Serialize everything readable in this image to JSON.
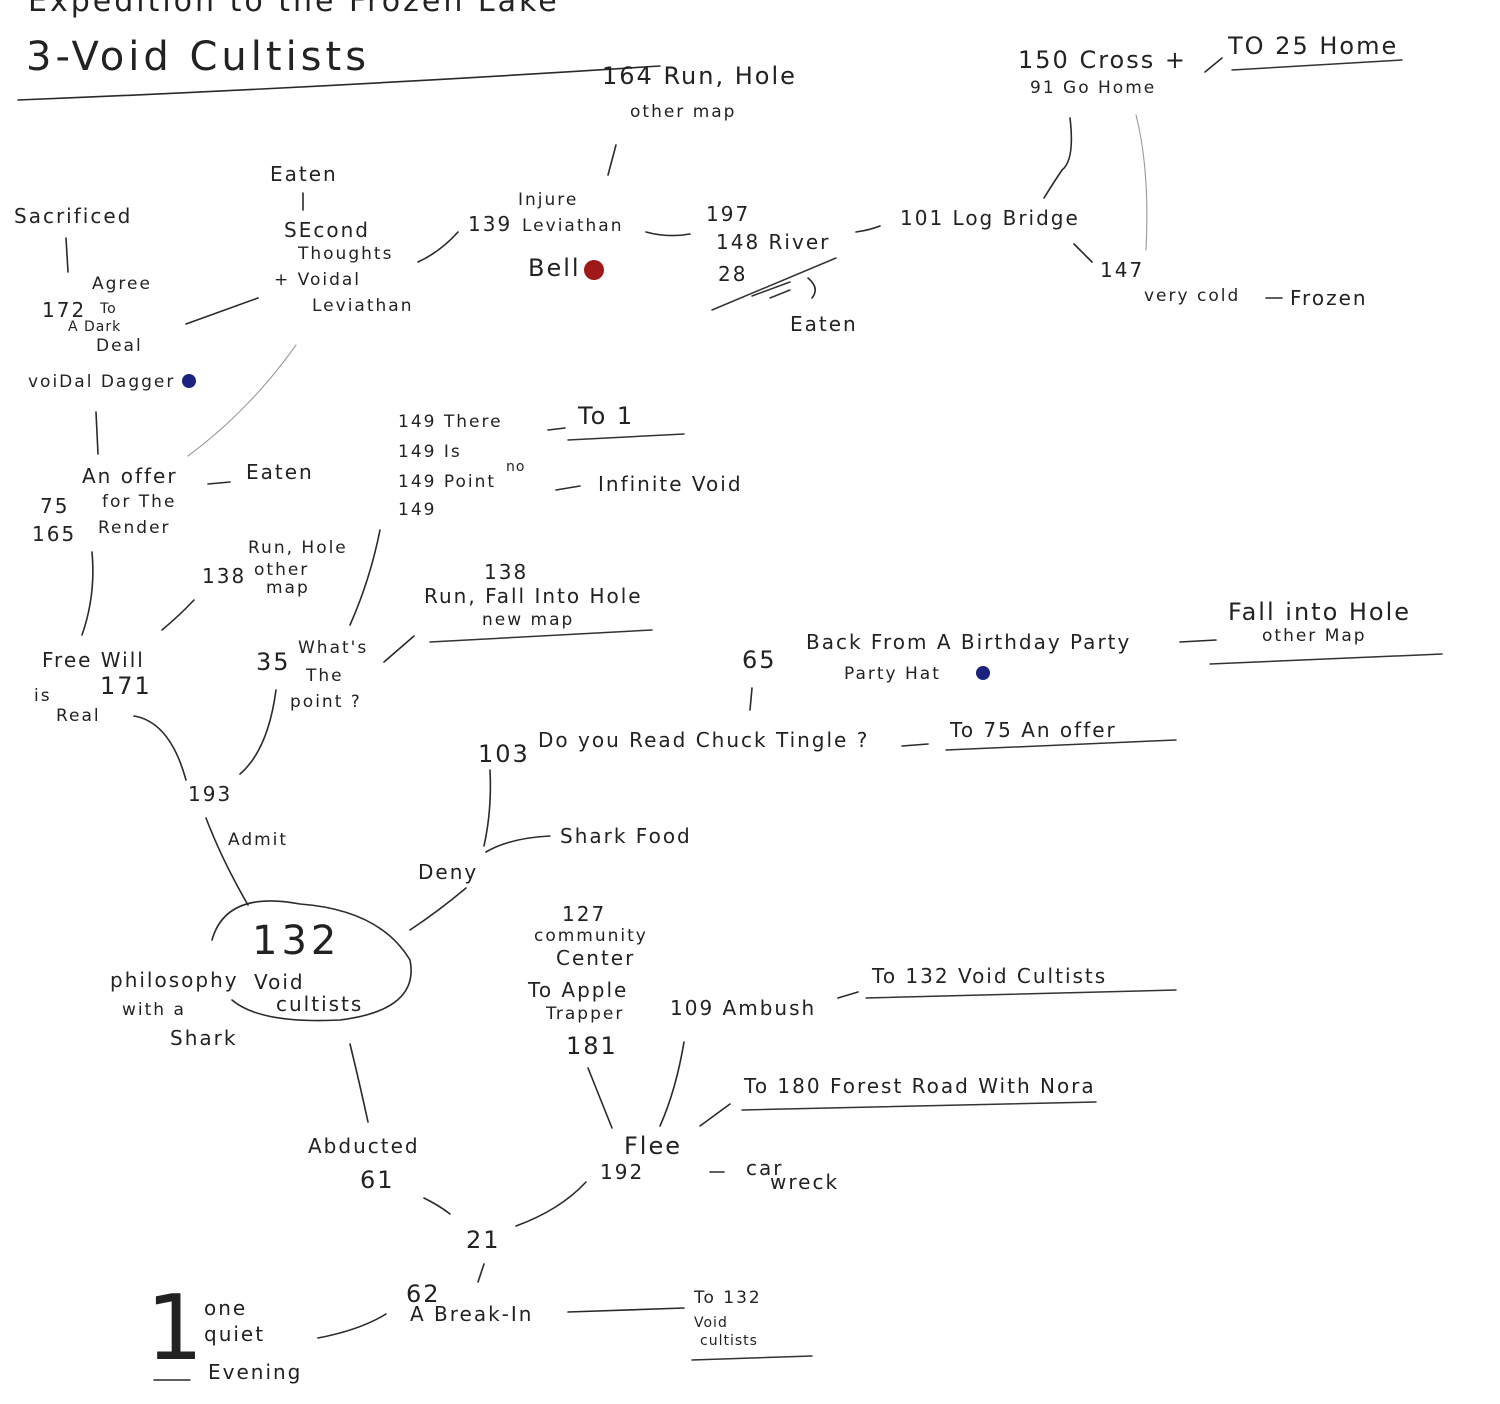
{
  "title": {
    "line1": "Expedition to the Frozen Lake",
    "line2": "3-Void Cultists"
  },
  "colors": {
    "ink": "#222222",
    "bell_marker": "#a11818",
    "blue_marker": "#1a237e"
  },
  "nodes": {
    "top_164": {
      "l1": "164 Run, Hole",
      "l2": "other map"
    },
    "cross": {
      "l1": "150 Cross +",
      "l2": "91  Go Home"
    },
    "to25": "TO 25 Home",
    "eaten_top": "Eaten",
    "second_thoughts": {
      "l1": "SEcond",
      "l2": "Thoughts",
      "l3": "+ Voidal",
      "l4": "Leviathan"
    },
    "sacrificed": "Sacrificed",
    "injure": {
      "num": "139",
      "l1": "Injure",
      "l2": "Leviathan"
    },
    "bell": "Bell",
    "river": {
      "l1": "197",
      "l2": "148 River",
      "l3": "28"
    },
    "eaten_river": "Eaten",
    "log_bridge": "101 Log Bridge",
    "very_cold": {
      "l1": "147",
      "l2": "very cold",
      "l3": "Frozen"
    },
    "agree": {
      "num": "172",
      "l1": "Agree",
      "l2": "To",
      "l3": "A Dark",
      "l4": "Deal"
    },
    "voidal_dagger": "voiDal Dagger",
    "point": {
      "l1": "149 There",
      "l2": "149  Is",
      "l2b": "no",
      "l3": "149  Point",
      "l4": "149"
    },
    "to1": "To 1",
    "infinite_void": "Infinite Void",
    "offer": {
      "n1": "75",
      "n2": "165",
      "l1": "An offer",
      "l2": "for The",
      "l3": "Render"
    },
    "eaten_offer": "Eaten",
    "run_hole_138": {
      "num": "138",
      "l1": "Run, Hole",
      "l2": "other",
      "l3": "map"
    },
    "fall_138": {
      "num": "138",
      "l1": "Run, Fall Into Hole",
      "l2": "new map"
    },
    "birthday": {
      "num": "65",
      "l1": "Back From A Birthday Party",
      "l2": "Party Hat"
    },
    "fall_other": {
      "l1": "Fall into Hole",
      "l2": "other Map"
    },
    "free_will": {
      "l1": "Free Will",
      "l2": "is",
      "l3": "171",
      "l4": "Real"
    },
    "whats_point": {
      "num": "35",
      "l1": "What's",
      "l2": "The",
      "l3": "point ?"
    },
    "chuck": {
      "num": "103",
      "text": "Do you Read Chuck Tingle ?"
    },
    "to75": "To 75 An offer",
    "n193": "193",
    "admit": "Admit",
    "shark_food": "Shark Food",
    "deny": "Deny",
    "center": {
      "num": "132",
      "l1": "Void",
      "l2": "cultists"
    },
    "philosophy": {
      "l1": "philosophy",
      "l2": "with a",
      "l3": "Shark"
    },
    "community": {
      "num": "127",
      "l1": "community",
      "l2": "Center"
    },
    "apple": {
      "l1": "To Apple",
      "l2": "Trapper",
      "num": "181"
    },
    "ambush": "109 Ambush",
    "to132a": "To 132 Void Cultists",
    "forest": "To 180 Forest Road With Nora",
    "abducted": {
      "l1": "Abducted",
      "num": "61"
    },
    "flee": {
      "l1": "Flee",
      "num": "192"
    },
    "car_wreck": {
      "l1": "car",
      "l2": "wreck"
    },
    "n21": "21",
    "break_in": {
      "num": "62",
      "l1": "A Break-In"
    },
    "to132b": {
      "l1": "To 132",
      "l2": "Void",
      "l3": "cultists"
    },
    "start": {
      "num": "1",
      "l1": "one",
      "l2": "quiet",
      "l3": "Evening"
    }
  }
}
